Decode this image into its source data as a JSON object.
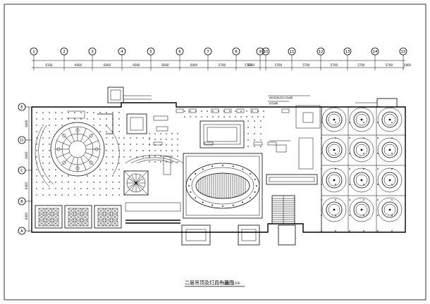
{
  "drawing": {
    "title": "二层吊顶及灯具布置图",
    "scale": "比例：1:100"
  },
  "column_grid": {
    "bubbles": [
      "1",
      "2",
      "3",
      "4",
      "5",
      "6",
      "7",
      "8",
      "9",
      "10",
      "11",
      "12",
      "13",
      "14",
      "15"
    ],
    "spacings": [
      "6100",
      "6000",
      "6000",
      "6000",
      "6000",
      "6000",
      "5700",
      "5700",
      "5700",
      "5700",
      "5700",
      "5700",
      "5700",
      "5700",
      "5800"
    ]
  },
  "row_grid": {
    "bubbles": [
      "E",
      "D",
      "C",
      "B",
      "A"
    ],
    "spacings": [
      "6400",
      "6400",
      "6400",
      "6400"
    ]
  },
  "note_lines": [
    "穿管吊顶标高及灯具说明",
    "标高说明"
  ]
}
